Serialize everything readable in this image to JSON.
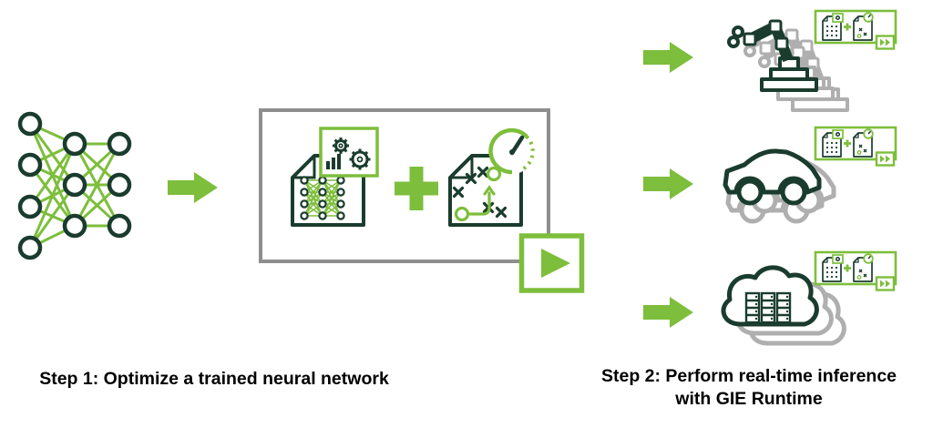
{
  "colors": {
    "accent_green": "#7DBE3C",
    "dark_green": "#1A3C2E",
    "box_border_gray": "#8E8E8E",
    "shadow_gray": "#AFAFAF",
    "text_black": "#000000",
    "background": "#FFFFFF"
  },
  "captions": {
    "step1": "Step 1: Optimize a trained neural network",
    "step2": "Step 2: Perform real-time inference with GIE Runtime"
  },
  "icons": [
    {
      "name": "neural-network-icon",
      "shape": "svg nodes+edges (4-3-3 layers)"
    },
    {
      "name": "arrow-right-icon",
      "shape": "green block arrow ➜"
    },
    {
      "name": "trained-model-document-icon",
      "shape": "page with folded corner + mini neural net"
    },
    {
      "name": "optimizer-gears-icon",
      "shape": "⚙⚙ + bar chart in green frame"
    },
    {
      "name": "plus-icon",
      "shape": "+"
    },
    {
      "name": "execution-plan-document-icon",
      "shape": "page with x-marks game plan"
    },
    {
      "name": "gauge-icon",
      "shape": "speedometer dial"
    },
    {
      "name": "play-icon",
      "shape": "▶"
    },
    {
      "name": "robot-arm-icon",
      "shape": "industrial robot arm with stacked shadows"
    },
    {
      "name": "car-icon",
      "shape": "automobile outline with stacked shadows"
    },
    {
      "name": "cloud-server-icon",
      "shape": "cloud with server racks, stacked shadows"
    },
    {
      "name": "runtime-engine-badge",
      "shape": "mini docs + plus in green frame"
    },
    {
      "name": "fast-forward-icon",
      "shape": "»"
    }
  ]
}
